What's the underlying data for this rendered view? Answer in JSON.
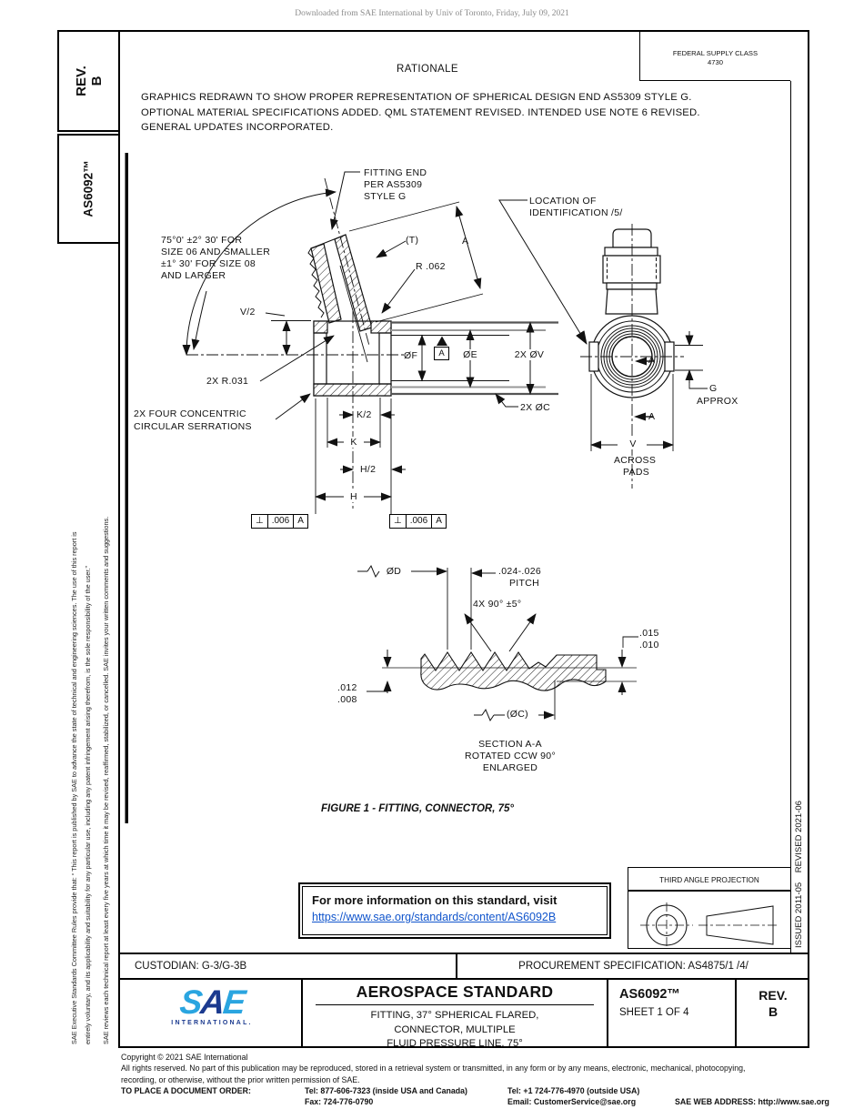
{
  "header": {
    "download_notice": "Downloaded from SAE International by Univ of Toronto, Friday, July 09, 2021"
  },
  "left_bar": {
    "rev_line1": "REV.",
    "rev_line2": "B",
    "doc_number": "AS6092™",
    "disclaimer_col1": "SAE Executive Standards Committee Rules provide that: “ This report is published by SAE to advance the state of technical and engineering sciences. The use of this report is",
    "disclaimer_col2": "entirely voluntary, and its applicability and suitability for any particular use, including any patent infringement arising therefrom, is the sole responsibility of the user.”",
    "disclaimer_col3": "SAE reviews each technical report at least every five years at which time it may be revised, reaffirmed, stabilized, or cancelled. SAE invites your written comments and suggestions."
  },
  "right_bar": {
    "issued_revised": "ISSUED 2011-05    REVISED 2021-06"
  },
  "rationale": {
    "title": "RATIONALE",
    "body_lines": [
      "GRAPHICS REDRAWN TO SHOW PROPER REPRESENTATION OF SPHERICAL DESIGN END AS5309 STYLE G.",
      "OPTIONAL MATERIAL SPECIFICATIONS ADDED. QML STATEMENT REVISED. INTENDED USE NOTE 6 REVISED.",
      "GENERAL UPDATES INCORPORATED."
    ]
  },
  "federal_supply": {
    "line1": "FEDERAL SUPPLY CLASS",
    "line2": "4730"
  },
  "figure": {
    "caption": "FIGURE 1 - FITTING, CONNECTOR, 75°",
    "labels": {
      "fitting_end": [
        "FITTING END",
        "PER AS5309",
        "STYLE G"
      ],
      "angle_note": [
        "75°0' ±2° 30' FOR",
        "SIZE 06 AND SMALLER",
        "±1° 30' FOR SIZE 08",
        "AND LARGER"
      ],
      "location_id": [
        "LOCATION OF",
        "IDENTIFICATION /5/"
      ],
      "t_ref": "(T)",
      "r062": "R .062",
      "dim_a": "A",
      "v_half": "V/2",
      "dia_f": "ØF",
      "datum": "A",
      "dia_e": "ØE",
      "dia_v": "2X ØV",
      "dia_c": "2X ØC",
      "r031": "2X R.031",
      "serration_note": [
        "2X FOUR CONCENTRIC",
        "CIRCULAR SERRATIONS"
      ],
      "k_half": "K/2",
      "k": "K",
      "h_half": "H/2",
      "h": "H",
      "fcf": {
        "perp": "⊥",
        "tol": ".006",
        "datum": "A"
      },
      "g": "G",
      "approx": "APPROX",
      "v": "V",
      "across": "ACROSS",
      "pads": "PADS",
      "sec_a1": "A",
      "sec_a2": "A",
      "dia_d": "ØD",
      "pitch_val": ".024-.026",
      "pitch": "PITCH",
      "tooth_angle": "4X 90° ±5°",
      "lim015": ".015",
      "lim010": ".010",
      "lim012": ".012",
      "lim008": ".008",
      "dia_c_ref": "(ØC)",
      "section_title": [
        "SECTION A-A",
        "ROTATED CCW 90°",
        "ENLARGED"
      ]
    }
  },
  "info_box": {
    "text": "For more information on this standard, visit",
    "link": "https://www.sae.org/standards/content/AS6092B"
  },
  "projection": {
    "title": "THIRD ANGLE PROJECTION"
  },
  "title_block": {
    "custodian": "CUSTODIAN: G-3/G-3B",
    "procurement": "PROCUREMENT SPECIFICATION: AS4875/1 /4/",
    "standard_type": "AEROSPACE STANDARD",
    "title_line1": "FITTING, 37° SPHERICAL FLARED,",
    "title_line2": "CONNECTOR, MULTIPLE",
    "title_line3": "FLUID PRESSURE LINE, 75°",
    "doc_number": "AS6092™",
    "sheet": "SHEET 1 OF 4",
    "rev_line1": "REV.",
    "rev_line2": "B",
    "logo_s": "S",
    "logo_a": "A",
    "logo_e": "E",
    "logo_sub": "INTERNATIONAL."
  },
  "footer": {
    "copyright": "Copyright © 2021 SAE International",
    "rights_line1": "All rights reserved. No part of this publication may be reproduced, stored in a retrieval system or transmitted, in any form or by any means, electronic, mechanical, photocopying,",
    "rights_line2": "recording, or otherwise, without the prior written permission of SAE.",
    "order_label": "TO PLACE A DOCUMENT ORDER:",
    "tel1": "Tel: 877-606-7323 (inside USA and Canada)",
    "tel2": "Tel: +1 724-776-4970 (outside USA)",
    "fax": "Fax: 724-776-0790",
    "email": "Email: CustomerService@sae.org",
    "web": "SAE WEB ADDRESS: http://www.sae.org"
  }
}
